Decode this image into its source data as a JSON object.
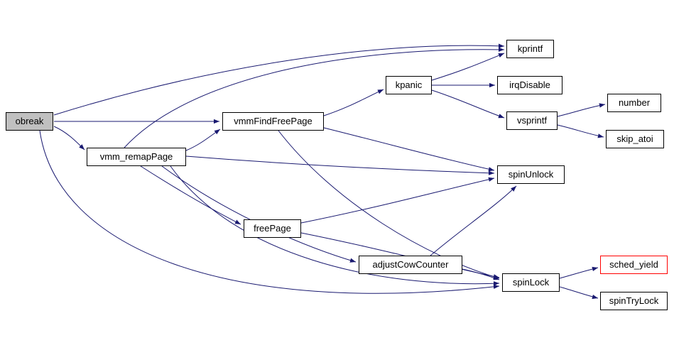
{
  "diagram": {
    "type": "call-graph",
    "colors": {
      "edge": "#191970",
      "node_border": "#000000",
      "node_fill": "#ffffff",
      "root_fill": "#c0c0c0",
      "truncated_border": "#ff0000",
      "text": "#000000",
      "background": "#ffffff"
    },
    "nodes": [
      {
        "id": "obreak",
        "label": "obreak",
        "role": "root"
      },
      {
        "id": "vmm_remapPage",
        "label": "vmm_remapPage",
        "role": "normal"
      },
      {
        "id": "vmmFindFreePage",
        "label": "vmmFindFreePage",
        "role": "normal"
      },
      {
        "id": "kpanic",
        "label": "kpanic",
        "role": "normal"
      },
      {
        "id": "kprintf",
        "label": "kprintf",
        "role": "normal"
      },
      {
        "id": "irqDisable",
        "label": "irqDisable",
        "role": "normal"
      },
      {
        "id": "vsprintf",
        "label": "vsprintf",
        "role": "normal"
      },
      {
        "id": "number",
        "label": "number",
        "role": "normal"
      },
      {
        "id": "skip_atoi",
        "label": "skip_atoi",
        "role": "normal"
      },
      {
        "id": "spinUnlock",
        "label": "spinUnlock",
        "role": "normal"
      },
      {
        "id": "freePage",
        "label": "freePage",
        "role": "normal"
      },
      {
        "id": "adjustCowCounter",
        "label": "adjustCowCounter",
        "role": "normal"
      },
      {
        "id": "spinLock",
        "label": "spinLock",
        "role": "normal"
      },
      {
        "id": "sched_yield",
        "label": "sched_yield",
        "role": "truncated"
      },
      {
        "id": "spinTryLock",
        "label": "spinTryLock",
        "role": "normal"
      }
    ],
    "edges": [
      {
        "from": "obreak",
        "to": "kprintf"
      },
      {
        "from": "obreak",
        "to": "vmmFindFreePage"
      },
      {
        "from": "obreak",
        "to": "vmm_remapPage"
      },
      {
        "from": "obreak",
        "to": "spinLock"
      },
      {
        "from": "vmm_remapPage",
        "to": "kprintf"
      },
      {
        "from": "vmm_remapPage",
        "to": "vmmFindFreePage"
      },
      {
        "from": "vmm_remapPage",
        "to": "spinUnlock"
      },
      {
        "from": "vmm_remapPage",
        "to": "freePage"
      },
      {
        "from": "vmm_remapPage",
        "to": "adjustCowCounter"
      },
      {
        "from": "vmm_remapPage",
        "to": "spinLock"
      },
      {
        "from": "vmmFindFreePage",
        "to": "kpanic"
      },
      {
        "from": "vmmFindFreePage",
        "to": "spinUnlock"
      },
      {
        "from": "vmmFindFreePage",
        "to": "spinLock"
      },
      {
        "from": "kpanic",
        "to": "kprintf"
      },
      {
        "from": "kpanic",
        "to": "irqDisable"
      },
      {
        "from": "kpanic",
        "to": "vsprintf"
      },
      {
        "from": "vsprintf",
        "to": "number"
      },
      {
        "from": "vsprintf",
        "to": "skip_atoi"
      },
      {
        "from": "freePage",
        "to": "spinUnlock"
      },
      {
        "from": "freePage",
        "to": "spinLock"
      },
      {
        "from": "adjustCowCounter",
        "to": "spinUnlock"
      },
      {
        "from": "adjustCowCounter",
        "to": "spinLock"
      },
      {
        "from": "spinLock",
        "to": "sched_yield"
      },
      {
        "from": "spinLock",
        "to": "spinTryLock"
      }
    ]
  }
}
